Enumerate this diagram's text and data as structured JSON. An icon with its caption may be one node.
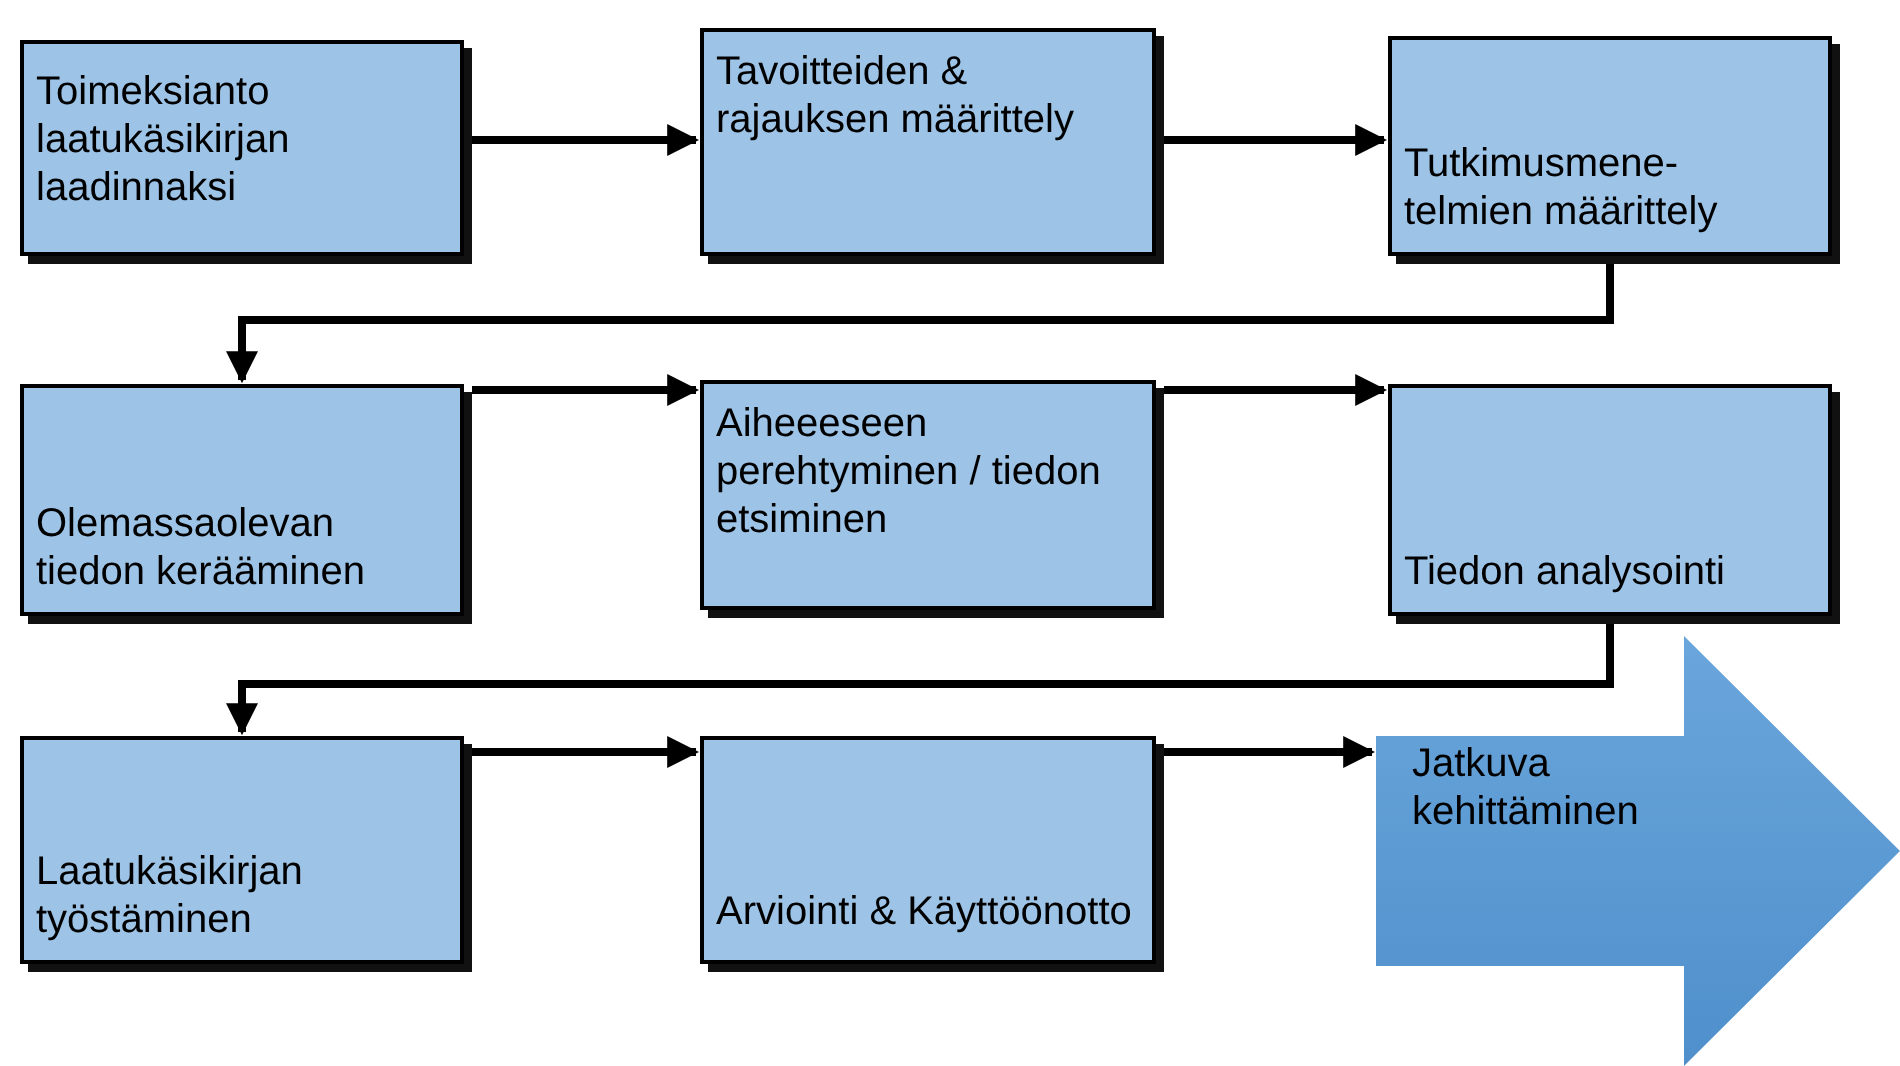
{
  "diagram": {
    "nodes": [
      {
        "text": [
          "Toimeksianto laatukäsikirjan laadinnaksi"
        ]
      },
      {
        "text": [
          "Tavoitteiden & rajauksen määrittely"
        ]
      },
      {
        "text": [
          "Tutkimusmene- telmien määrittely"
        ]
      },
      {
        "text": [
          "Olemassaolevan tiedon kerääminen"
        ]
      },
      {
        "text": [
          "Aiheeeseen perehtyminen / tiedon etsiminen"
        ]
      },
      {
        "text": [
          "Tiedon analysointi"
        ]
      },
      {
        "text": [
          "Laatukäsikirjan työstäminen"
        ]
      },
      {
        "text": [
          "Arviointi & Käyttöönotto"
        ]
      },
      {
        "text": [
          "Jatkuva kehittäminen"
        ]
      }
    ],
    "edges": [
      {
        "from": 0,
        "to": 1,
        "arrow": "to"
      },
      {
        "from": 1,
        "to": 2,
        "arrow": "to"
      },
      {
        "from": 2,
        "to": 3,
        "arrow": "to"
      },
      {
        "from": 3,
        "to": 4,
        "arrow": "to"
      },
      {
        "from": 4,
        "to": 5,
        "arrow": "to"
      },
      {
        "from": 5,
        "to": 6,
        "arrow": "to"
      },
      {
        "from": 6,
        "to": 7,
        "arrow": "to"
      },
      {
        "from": 7,
        "to": 8,
        "arrow": "to"
      }
    ]
  }
}
